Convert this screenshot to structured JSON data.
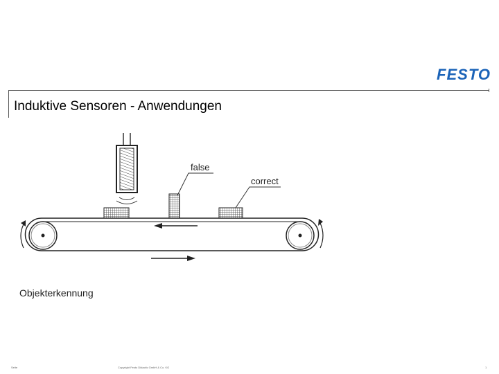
{
  "header": {
    "logo_text": "FESTO",
    "title": "Induktive Sensoren - Anwendungen"
  },
  "diagram": {
    "label_false": "false",
    "label_correct": "correct"
  },
  "caption": "Objekterkennung",
  "footer": {
    "left": "Seite",
    "middle": "Copyright Festo Didactic GmbH & Co. KG",
    "right": "1"
  },
  "colors": {
    "brand": "#1b63b8",
    "line": "#333333"
  }
}
